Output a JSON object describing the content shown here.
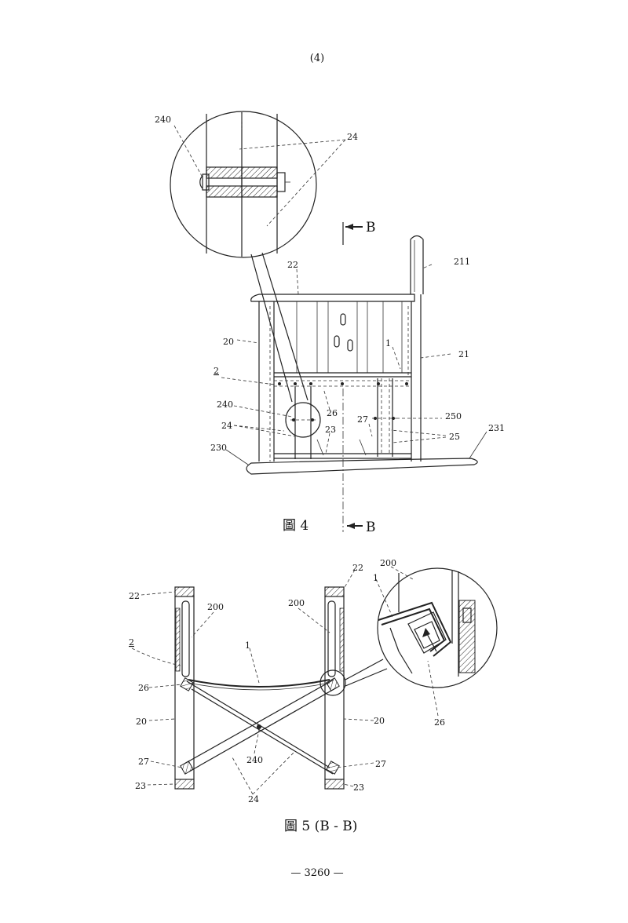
{
  "header": {
    "page_label": "(4)"
  },
  "footer": {
    "page_number": "— 3260 —"
  },
  "figure4": {
    "caption": "圖 4",
    "section_mark": "B",
    "labels": {
      "l240_detail": "240",
      "l24_detail": "24",
      "l211": "211",
      "l22": "22",
      "l20": "20",
      "l21": "21",
      "l1": "1",
      "l2": "2",
      "l240": "240",
      "l26": "26",
      "l250": "250",
      "l24": "24",
      "l23": "23",
      "l27": "27",
      "l25": "25",
      "l231": "231",
      "l230": "230"
    }
  },
  "figure5": {
    "caption": "圖 5 (B - B)",
    "labels": {
      "l22_left": "22",
      "l22_right": "22",
      "l200_detail": "200",
      "l200_left": "200",
      "l200_right": "200",
      "l1_detail": "1",
      "l1": "1",
      "l2": "2",
      "l26_left": "26",
      "l26_detail": "26",
      "l20_left": "20",
      "l20_right": "20",
      "l240": "240",
      "l27_left": "27",
      "l27_right": "27",
      "l23_left": "23",
      "l23_right": "23",
      "l24": "24"
    }
  }
}
